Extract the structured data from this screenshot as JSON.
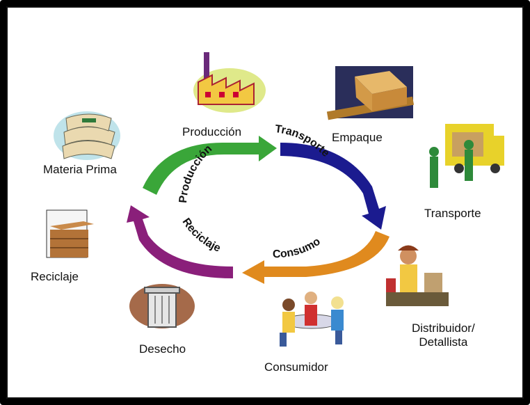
{
  "stages": {
    "produccion": "Producción",
    "empaque": "Empaque",
    "materia_prima": "Materia Prima",
    "transporte": "Transporte",
    "reciclaje": "Reciclaje",
    "distribuidor_line1": "Distribuidor/",
    "distribuidor_line2": "Detallista",
    "desecho": "Desecho",
    "consumidor": "Consumidor"
  },
  "ring": {
    "produccion": "Producción",
    "transporte": "Transporte",
    "consumo": "Consumo",
    "reciclaje": "Reciclaje"
  },
  "colors": {
    "green_arrow": "#3aa639",
    "blue_arrow": "#1b1b8f",
    "orange_arrow": "#e08a1e",
    "purple_arrow": "#8a1f7a"
  },
  "icons": {
    "produccion": "factory-icon",
    "empaque": "box-conveyor-icon",
    "materia_prima": "sacks-icon",
    "transporte": "delivery-truck-icon",
    "reciclaje": "crate-icon",
    "distribuidor": "shopkeeper-icon",
    "desecho": "trash-can-icon",
    "consumidor": "people-at-table-icon"
  }
}
